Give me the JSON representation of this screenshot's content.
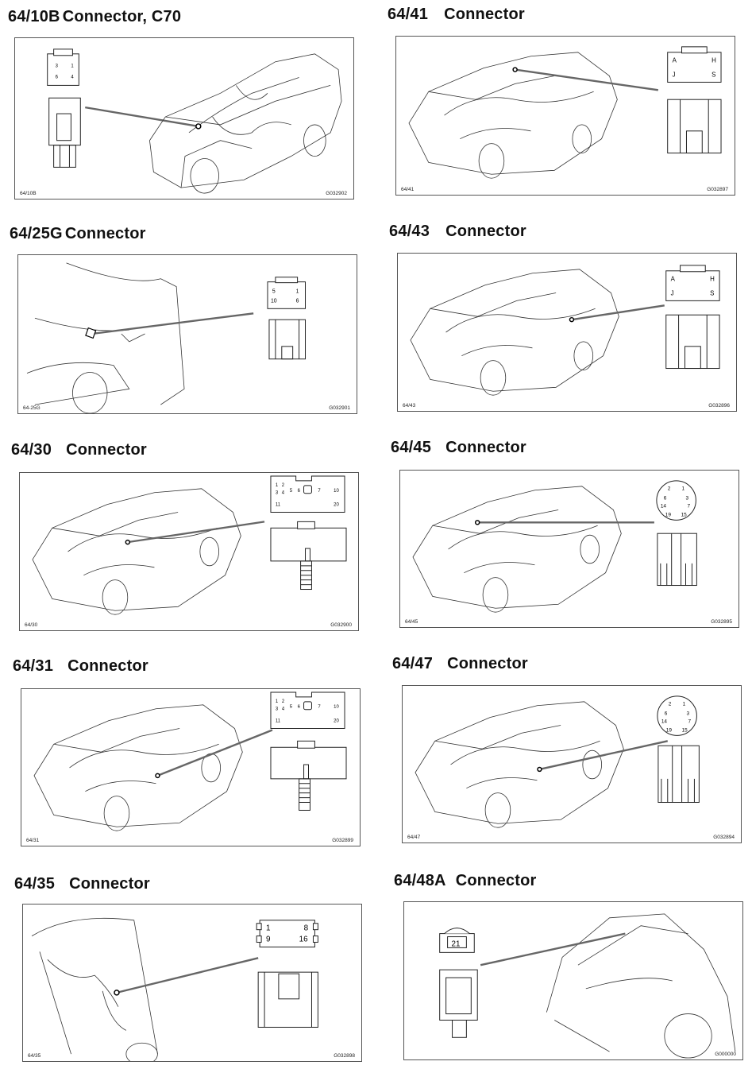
{
  "figures": [
    {
      "code": "64/10B",
      "title": "Connector, C70",
      "label_left": "64/10B",
      "label_right": "G032902",
      "pins": [
        "3",
        "1",
        "6",
        "4"
      ]
    },
    {
      "code": "64/41",
      "title": "Connector",
      "label_left": "64/41",
      "label_right": "G032897",
      "pins": [
        "A",
        "H",
        "J",
        "S"
      ]
    },
    {
      "code": "64/25G",
      "title": "Connector",
      "label_left": "64-25G",
      "label_right": "G032901",
      "pins": [
        "5",
        "1",
        "10",
        "6"
      ]
    },
    {
      "code": "64/43",
      "title": "Connector",
      "label_left": "64/43",
      "label_right": "G032896",
      "pins": [
        "A",
        "H",
        "J",
        "S"
      ]
    },
    {
      "code": "64/30",
      "title": "Connector",
      "label_left": "64/30",
      "label_right": "G032900",
      "pins": [
        "1",
        "2",
        "3",
        "4",
        "5",
        "6",
        "7",
        "10",
        "11",
        "20"
      ]
    },
    {
      "code": "64/45",
      "title": "Connector",
      "label_left": "64/45",
      "label_right": "G032895",
      "pins": [
        "2",
        "1",
        "6",
        "3",
        "14",
        "7",
        "19",
        "15"
      ]
    },
    {
      "code": "64/31",
      "title": "Connector",
      "label_left": "64/31",
      "label_right": "G032899",
      "pins": [
        "1",
        "2",
        "3",
        "4",
        "5",
        "6",
        "7",
        "10",
        "11",
        "20"
      ]
    },
    {
      "code": "64/47",
      "title": "Connector",
      "label_left": "64/47",
      "label_right": "G032894",
      "pins": [
        "2",
        "1",
        "6",
        "3",
        "14",
        "7",
        "19",
        "15"
      ]
    },
    {
      "code": "64/35",
      "title": "Connector",
      "label_left": "64/35",
      "label_right": "G032898",
      "pins": [
        "1",
        "8",
        "9",
        "16"
      ]
    },
    {
      "code": "64/48A",
      "title": "Connector",
      "label_left": "",
      "label_right": "G000000",
      "pins": [
        "21"
      ]
    }
  ]
}
